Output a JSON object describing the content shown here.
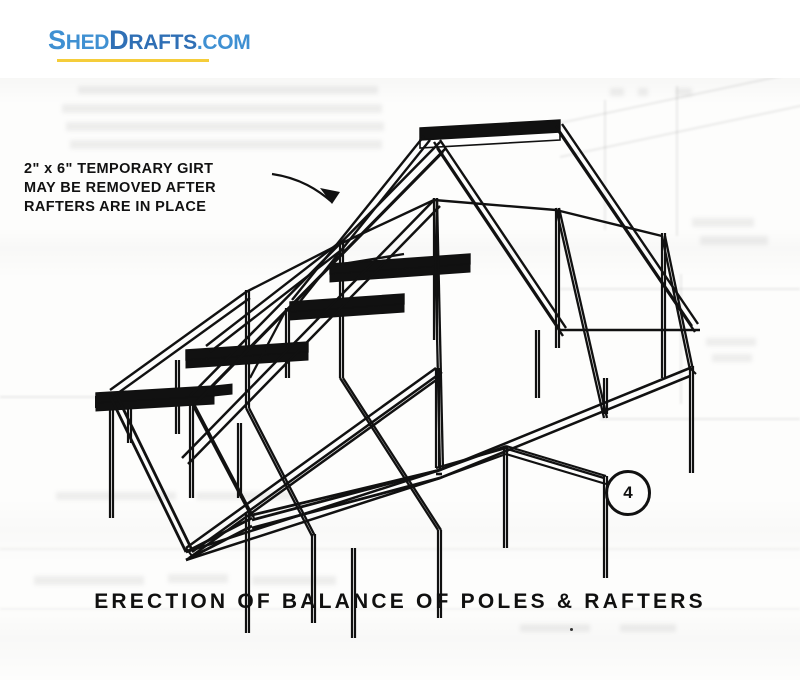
{
  "header": {
    "logo": {
      "part1_cap": "S",
      "part1_rest": "HED",
      "part2_cap": "D",
      "part2_rest": "RAFTS",
      "suffix": ".COM",
      "full_text": "ShedDrafts.com",
      "color_primary": "#3f90d2",
      "color_secondary": "#2f6fb5",
      "underline_color": "#f5cd3a"
    }
  },
  "drawing": {
    "title": "ERECTION OF BALANCE OF POLES & RAFTERS",
    "page_number": "4",
    "annotation": {
      "line1": "2\" x 6\" TEMPORARY GIRT",
      "line2": "MAY BE REMOVED AFTER",
      "line3": "RAFTERS ARE IN PLACE"
    },
    "ink_color": "#111111",
    "paper_color": "#fdfdfc",
    "subject": "isometric pole barn frame with poles, girts and rafters"
  }
}
